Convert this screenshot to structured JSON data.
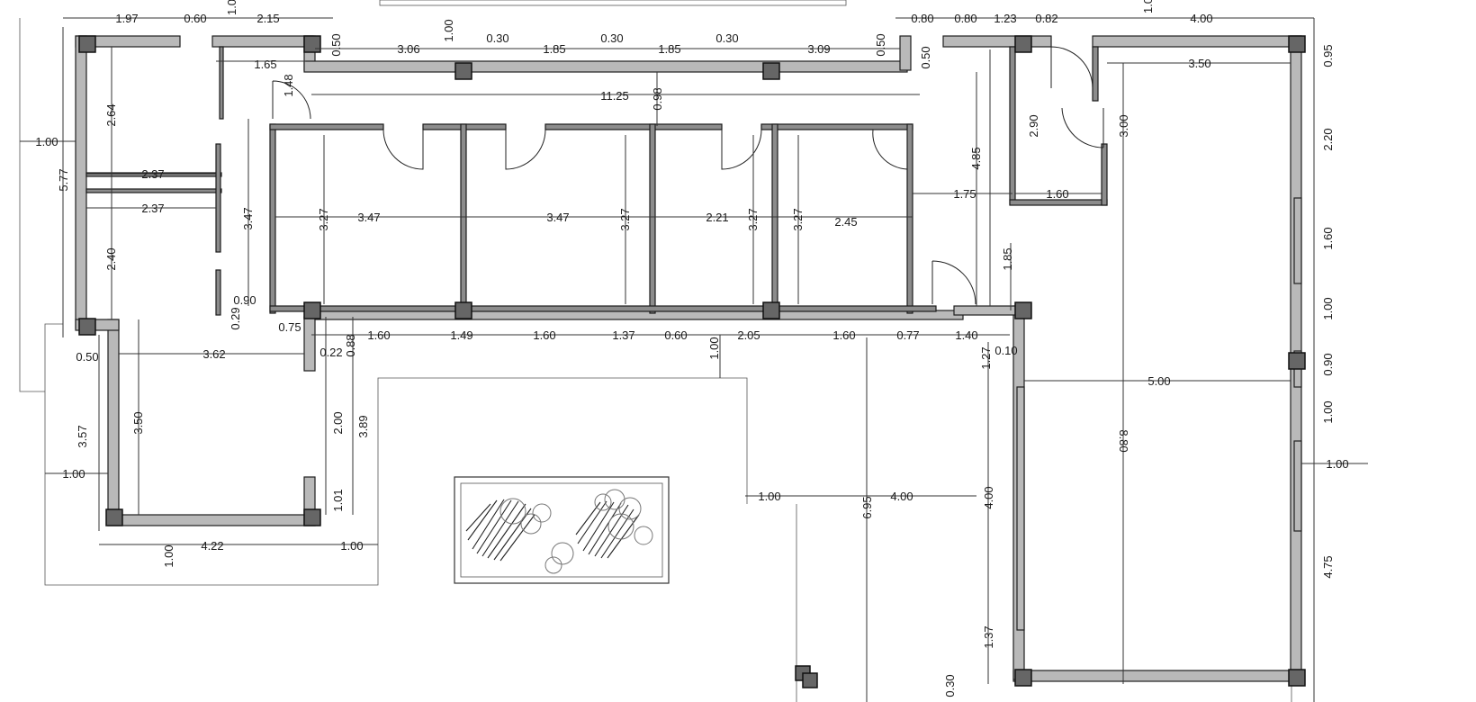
{
  "drawing": {
    "dimensions": [
      {
        "id": "d_top_197",
        "text": "1.97",
        "rot": 0
      },
      {
        "id": "d_top_060",
        "text": "0.60",
        "rot": 0
      },
      {
        "id": "d_top_10a",
        "text": "1.0",
        "rot": -90
      },
      {
        "id": "d_top_215",
        "text": "2.15",
        "rot": 0
      },
      {
        "id": "d_050a",
        "text": "0.50",
        "rot": -90
      },
      {
        "id": "d_306",
        "text": "3.06",
        "rot": 0
      },
      {
        "id": "d_100top",
        "text": "1.00",
        "rot": -90
      },
      {
        "id": "d_030a",
        "text": "0.30",
        "rot": 0
      },
      {
        "id": "d_185a",
        "text": "1.85",
        "rot": 0
      },
      {
        "id": "d_030b",
        "text": "0.30",
        "rot": 0
      },
      {
        "id": "d_185b",
        "text": "1.85",
        "rot": 0
      },
      {
        "id": "d_030c",
        "text": "0.30",
        "rot": 0
      },
      {
        "id": "d_309",
        "text": "3.09",
        "rot": 0
      },
      {
        "id": "d_050b",
        "text": "0.50",
        "rot": -90
      },
      {
        "id": "d_050c",
        "text": "0.50",
        "rot": -90
      },
      {
        "id": "d_080a",
        "text": "0.80",
        "rot": 0
      },
      {
        "id": "d_080b",
        "text": "0.80",
        "rot": 0
      },
      {
        "id": "d_123",
        "text": "1.23",
        "rot": 0
      },
      {
        "id": "d_082",
        "text": "0.82",
        "rot": 0
      },
      {
        "id": "d_10b",
        "text": "1.0",
        "rot": -90
      },
      {
        "id": "d_400top",
        "text": "4.00",
        "rot": 0
      },
      {
        "id": "d_095",
        "text": "0.95",
        "rot": -90
      },
      {
        "id": "d_165",
        "text": "1.65",
        "rot": 0
      },
      {
        "id": "d_148",
        "text": "1.48",
        "rot": -90
      },
      {
        "id": "d_1125",
        "text": "11.25",
        "rot": 0
      },
      {
        "id": "d_098",
        "text": "0.98",
        "rot": -90
      },
      {
        "id": "d_264",
        "text": "2.64",
        "rot": -90
      },
      {
        "id": "d_100left",
        "text": "1.00",
        "rot": 0
      },
      {
        "id": "d_577",
        "text": "5.77",
        "rot": -90
      },
      {
        "id": "d_237a",
        "text": "2.37",
        "rot": 0
      },
      {
        "id": "d_237b",
        "text": "2.37",
        "rot": 0
      },
      {
        "id": "d_347v",
        "text": "3.47",
        "rot": -90
      },
      {
        "id": "d_327a",
        "text": "3.27",
        "rot": -90
      },
      {
        "id": "d_347a",
        "text": "3.47",
        "rot": 0
      },
      {
        "id": "d_347b",
        "text": "3.47",
        "rot": 0
      },
      {
        "id": "d_327b",
        "text": "3.27",
        "rot": -90
      },
      {
        "id": "d_221",
        "text": "2.21",
        "rot": 0
      },
      {
        "id": "d_327c",
        "text": "3.27",
        "rot": -90
      },
      {
        "id": "d_327d",
        "text": "3.27",
        "rot": -90
      },
      {
        "id": "d_245",
        "text": "2.45",
        "rot": 0
      },
      {
        "id": "d_485",
        "text": "4.85",
        "rot": -90
      },
      {
        "id": "d_175",
        "text": "1.75",
        "rot": 0
      },
      {
        "id": "d_290",
        "text": "2.90",
        "rot": -90
      },
      {
        "id": "d_160a",
        "text": "1.60",
        "rot": 0
      },
      {
        "id": "d_300",
        "text": "3.00",
        "rot": -90
      },
      {
        "id": "d_350top",
        "text": "3.50",
        "rot": 0
      },
      {
        "id": "d_220",
        "text": "2.20",
        "rot": -90
      },
      {
        "id": "d_160v",
        "text": "1.60",
        "rot": -90
      },
      {
        "id": "d_100r1",
        "text": "1.00",
        "rot": -90
      },
      {
        "id": "d_090r",
        "text": "0.90",
        "rot": -90
      },
      {
        "id": "d_100r2",
        "text": "1.00",
        "rot": -90
      },
      {
        "id": "d_100rh",
        "text": "1.00",
        "rot": 0
      },
      {
        "id": "d_475",
        "text": "4.75",
        "rot": -90
      },
      {
        "id": "d_240",
        "text": "2.40",
        "rot": -90
      },
      {
        "id": "d_090",
        "text": "0.90",
        "rot": 0
      },
      {
        "id": "d_029",
        "text": "0.29",
        "rot": -90
      },
      {
        "id": "d_075",
        "text": "0.75",
        "rot": 0
      },
      {
        "id": "d_050d",
        "text": "0.50",
        "rot": 0
      },
      {
        "id": "d_362",
        "text": "3.62",
        "rot": 0
      },
      {
        "id": "d_022",
        "text": "0.22",
        "rot": 0
      },
      {
        "id": "d_088",
        "text": "0.88",
        "rot": -90
      },
      {
        "id": "d_160b",
        "text": "1.60",
        "rot": 0
      },
      {
        "id": "d_149",
        "text": "1.49",
        "rot": 0
      },
      {
        "id": "d_160c",
        "text": "1.60",
        "rot": 0
      },
      {
        "id": "d_137a",
        "text": "1.37",
        "rot": 0
      },
      {
        "id": "d_060b",
        "text": "0.60",
        "rot": 0
      },
      {
        "id": "d_100mid",
        "text": "1.00",
        "rot": -90
      },
      {
        "id": "d_205",
        "text": "2.05",
        "rot": 0
      },
      {
        "id": "d_160d",
        "text": "1.60",
        "rot": 0
      },
      {
        "id": "d_077",
        "text": "0.77",
        "rot": 0
      },
      {
        "id": "d_140",
        "text": "1.40",
        "rot": 0
      },
      {
        "id": "d_185v",
        "text": "1.85",
        "rot": -90
      },
      {
        "id": "d_127",
        "text": "1.27",
        "rot": -90
      },
      {
        "id": "d_010",
        "text": "0.10",
        "rot": 0
      },
      {
        "id": "d_500",
        "text": "5.00",
        "rot": 0
      },
      {
        "id": "d_880",
        "text": "8.80",
        "rot": 90
      },
      {
        "id": "d_357",
        "text": "3.57",
        "rot": -90
      },
      {
        "id": "d_350v",
        "text": "3.50",
        "rot": -90
      },
      {
        "id": "d_200",
        "text": "2.00",
        "rot": -90
      },
      {
        "id": "d_389",
        "text": "3.89",
        "rot": -90
      },
      {
        "id": "d_100l2",
        "text": "1.00",
        "rot": 0
      },
      {
        "id": "d_101",
        "text": "1.01",
        "rot": -90
      },
      {
        "id": "d_100bot",
        "text": "1.00",
        "rot": -90
      },
      {
        "id": "d_422",
        "text": "4.22",
        "rot": 0
      },
      {
        "id": "d_100b2",
        "text": "1.00",
        "rot": 0
      },
      {
        "id": "d_100c",
        "text": "1.00",
        "rot": 0
      },
      {
        "id": "d_695",
        "text": "6.95",
        "rot": -90
      },
      {
        "id": "d_400c",
        "text": "4.00",
        "rot": 0
      },
      {
        "id": "d_400v",
        "text": "4.00",
        "rot": -90
      },
      {
        "id": "d_137b",
        "text": "1.37",
        "rot": -90
      },
      {
        "id": "d_030d",
        "text": "0.30",
        "rot": -90
      }
    ]
  }
}
